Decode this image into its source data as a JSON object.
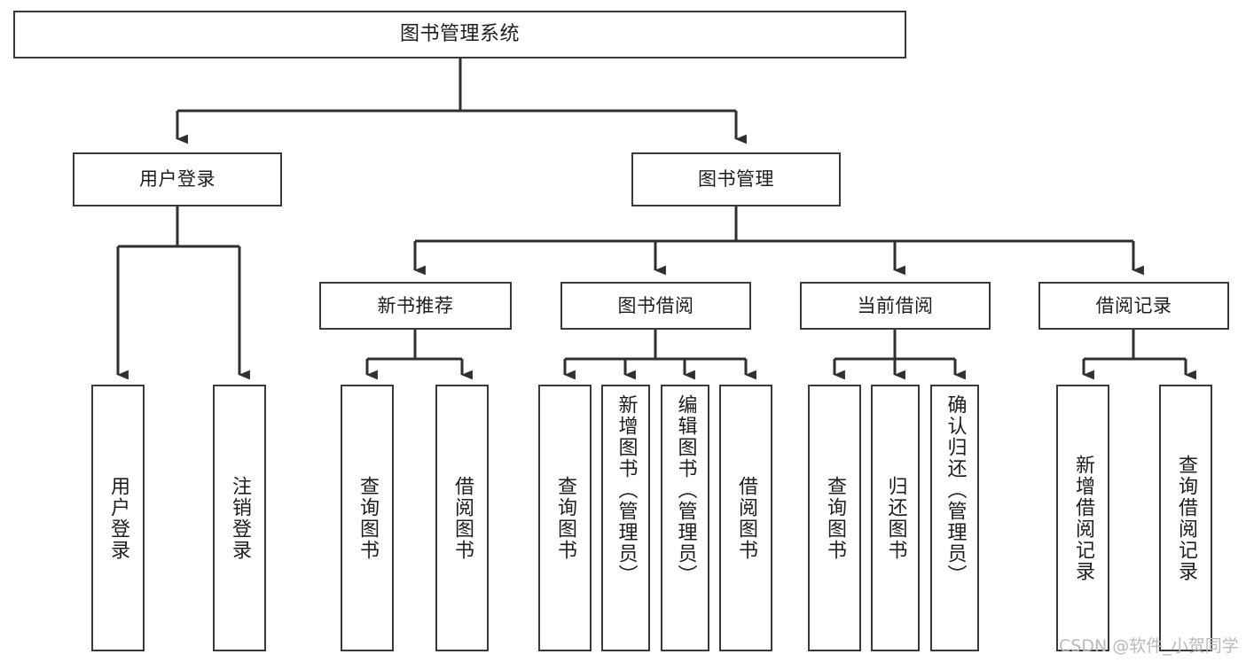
{
  "diagram": {
    "title": "图书管理系统",
    "type": "hierarchy-tree",
    "watermark": "CSDN @软件_小贺同学",
    "colors": {
      "node_border": "#3a3a3a",
      "node_fill": "#ffffff",
      "connector": "#2f2f2f",
      "text": "#1d1d1d",
      "watermark": "#b9b9b9",
      "background": "#ffffff"
    },
    "levels": {
      "root": {
        "label": "图书管理系统"
      },
      "level1": [
        {
          "label": "用户登录"
        },
        {
          "label": "图书管理"
        }
      ],
      "level2": [
        {
          "label": "新书推荐",
          "parent": "图书管理"
        },
        {
          "label": "图书借阅",
          "parent": "图书管理"
        },
        {
          "label": "当前借阅",
          "parent": "图书管理"
        },
        {
          "label": "借阅记录",
          "parent": "图书管理"
        }
      ],
      "leaves": [
        {
          "label": "用户登录",
          "parent": "用户登录"
        },
        {
          "label": "注销登录",
          "parent": "用户登录"
        },
        {
          "label": "查询图书",
          "parent": "新书推荐"
        },
        {
          "label": "借阅图书",
          "parent": "新书推荐"
        },
        {
          "label": "查询图书",
          "parent": "图书借阅"
        },
        {
          "label": "新增图书（管理员）",
          "parent": "图书借阅"
        },
        {
          "label": "编辑图书（管理员）",
          "parent": "图书借阅"
        },
        {
          "label": "借阅图书",
          "parent": "图书借阅"
        },
        {
          "label": "查询图书",
          "parent": "当前借阅"
        },
        {
          "label": "归还图书",
          "parent": "当前借阅"
        },
        {
          "label": "确认归还（管理员）",
          "parent": "当前借阅"
        },
        {
          "label": "新增借阅记录",
          "parent": "借阅记录"
        },
        {
          "label": "查询借阅记录",
          "parent": "借阅记录"
        }
      ]
    }
  }
}
